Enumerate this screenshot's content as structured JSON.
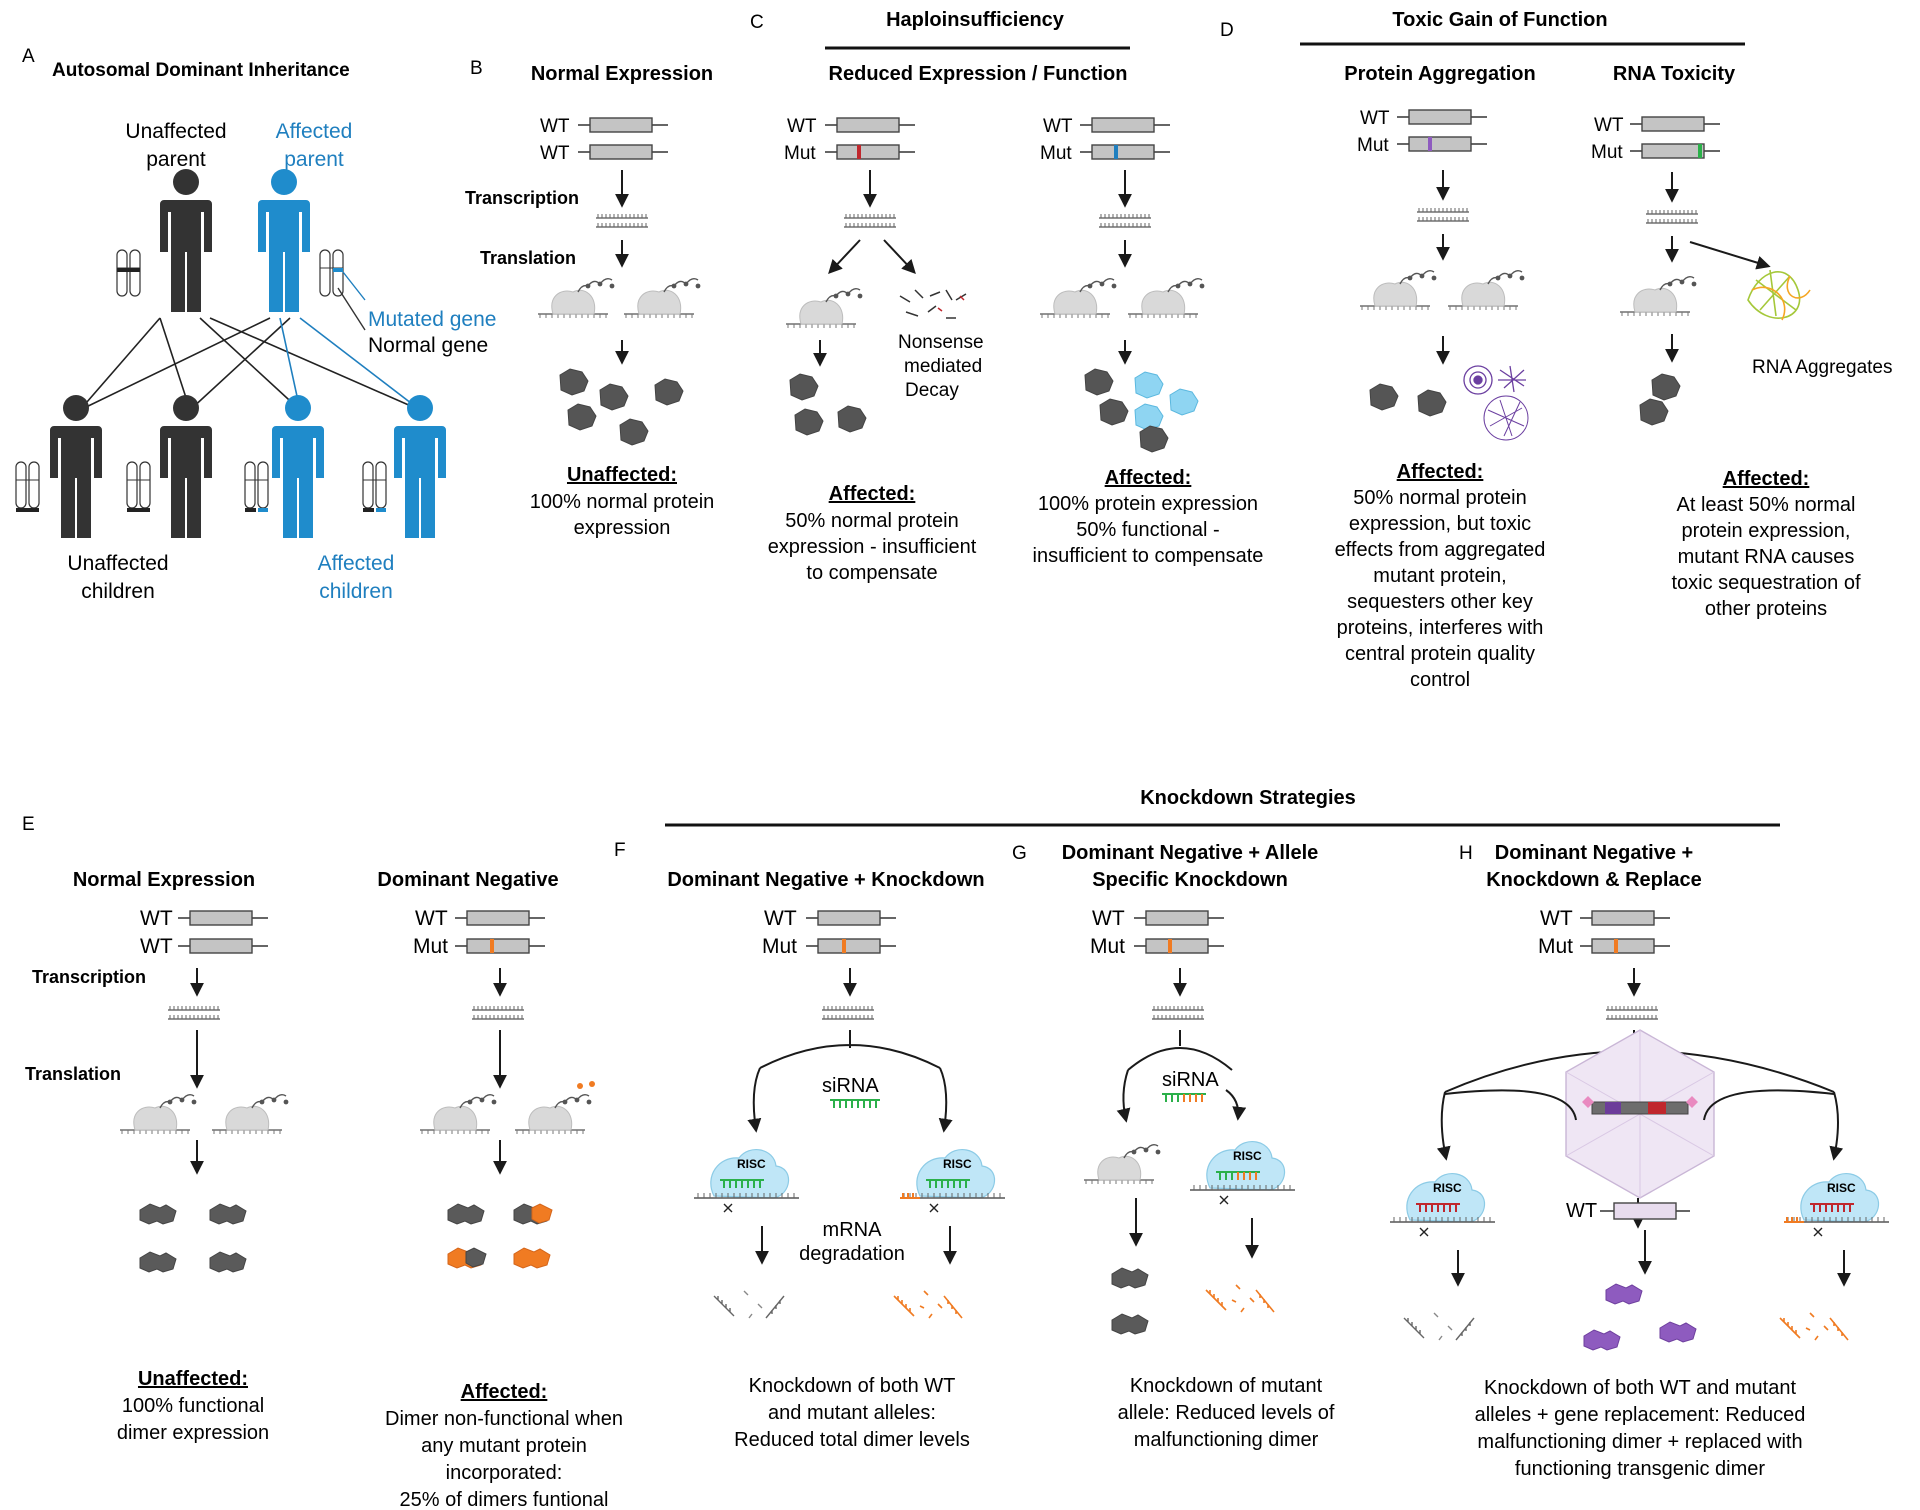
{
  "panels": {
    "A": {
      "letter": "A",
      "title": "Autosomal Dominant Inheritance",
      "unaffected_parent": [
        "Unaffected",
        "parent"
      ],
      "affected_parent": [
        "Affected",
        "parent"
      ],
      "mutated_gene": "Mutated gene",
      "normal_gene": "Normal gene",
      "unaffected_children": [
        "Unaffected",
        "children"
      ],
      "affected_children": [
        "Affected",
        "children"
      ]
    },
    "B": {
      "letter": "B",
      "title": "Normal Expression",
      "wt": "WT",
      "transcription": "Transcription",
      "translation": "Translation",
      "result_head": "Unaffected:",
      "result": [
        "100% normal protein",
        "expression"
      ]
    },
    "C": {
      "letter": "C",
      "group_title": "Haploinsufficiency",
      "title": "Reduced Expression / Function",
      "wt": "WT",
      "mut": "Mut",
      "nmd": [
        "Nonsense",
        "mediated",
        "Decay"
      ],
      "left_head": "Affected:",
      "left": [
        "50% normal protein",
        "expression - insufficient",
        "to compensate"
      ],
      "right_head": "Affected:",
      "right": [
        "100% protein expression",
        "50% functional -",
        "insufficient to compensate"
      ]
    },
    "D": {
      "letter": "D",
      "group_title": "Toxic Gain of Function",
      "agg_title": "Protein Aggregation",
      "rna_title": "RNA Toxicity",
      "wt": "WT",
      "mut": "Mut",
      "rna_aggregates": "RNA Aggregates",
      "agg_head": "Affected:",
      "agg": [
        "50% normal protein",
        "expression, but toxic",
        "effects from aggregated",
        "mutant protein,",
        "sequesters other key",
        "proteins, interferes with",
        "central protein quality",
        "control"
      ],
      "rna_head": "Affected:",
      "rna": [
        "At least 50% normal",
        "protein expression,",
        "mutant RNA causes",
        "toxic sequestration of",
        "other proteins"
      ]
    },
    "E": {
      "letter": "E",
      "normal_title": "Normal Expression",
      "dn_title": "Dominant Negative",
      "wt": "WT",
      "mut": "Mut",
      "transcription": "Transcription",
      "translation": "Translation",
      "normal_head": "Unaffected:",
      "normal": [
        "100% functional",
        "dimer  expression"
      ],
      "dn_head": "Affected:",
      "dn": [
        "Dimer non-functional when",
        "any mutant protein",
        "incorporated:",
        "25% of dimers funtional"
      ]
    },
    "knockdown_title": "Knockdown Strategies",
    "F": {
      "letter": "F",
      "title": "Dominant Negative + Knockdown",
      "wt": "WT",
      "mut": "Mut",
      "sirna": "siRNA",
      "risc": "RISC",
      "degradation": [
        "mRNA",
        "degradation"
      ],
      "result": [
        "Knockdown of both WT",
        "and mutant alleles:",
        "Reduced total dimer levels"
      ]
    },
    "G": {
      "letter": "G",
      "title": [
        "Dominant Negative + Allele",
        "Specific Knockdown"
      ],
      "wt": "WT",
      "mut": "Mut",
      "sirna": "siRNA",
      "risc": "RISC",
      "result": [
        "Knockdown of mutant",
        "allele: Reduced levels of",
        "malfunctioning dimer"
      ]
    },
    "H": {
      "letter": "H",
      "title": [
        "Dominant Negative +",
        "Knockdown & Replace"
      ],
      "wt": "WT",
      "mut": "Mut",
      "risc": "RISC",
      "result": [
        "Knockdown of both WT and mutant",
        "alleles + gene replacement:  Reduced",
        "malfunctioning dimer + replaced with",
        "functioning transgenic dimer"
      ]
    }
  },
  "colors": {
    "dark": "#3a3a3a",
    "blue": "#1f7fbf",
    "orange": "#f07b22",
    "green": "#2bb04a",
    "red": "#c0272d",
    "purple": "#8e5bbf",
    "light_blue": "#7fd0ee",
    "gray_box": "#c4c4c4"
  }
}
